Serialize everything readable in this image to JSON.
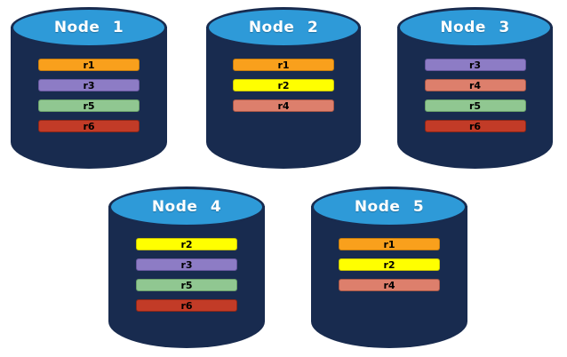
{
  "diagram_title": "database-nodes-replica-distribution",
  "palette": {
    "background": "#FFFFFF",
    "cylinder_body": "#182B4F",
    "cylinder_top": "#2E9AD8",
    "title_color": "#FFFFFF",
    "bar_text": "#000000"
  },
  "replica_colors": {
    "r1": {
      "bg": "#F9A01C",
      "border": "#C67C0C"
    },
    "r2": {
      "bg": "#FFFF00",
      "border": "#C9C400"
    },
    "r3": {
      "bg": "#8D7CC5",
      "border": "#68589F"
    },
    "r4": {
      "bg": "#DD7F6C",
      "border": "#A85747"
    },
    "r5": {
      "bg": "#90C791",
      "border": "#699F6A"
    },
    "r6": {
      "bg": "#C23B27",
      "border": "#8C2718"
    }
  },
  "nodes": [
    {
      "title": "Node 1",
      "replicas": [
        "r1",
        "r3",
        "r5",
        "r6"
      ]
    },
    {
      "title": "Node 2",
      "replicas": [
        "r1",
        "r2",
        "r4"
      ]
    },
    {
      "title": "Node 3",
      "replicas": [
        "r3",
        "r4",
        "r5",
        "r6"
      ]
    },
    {
      "title": "Node 4",
      "replicas": [
        "r2",
        "r3",
        "r5",
        "r6"
      ]
    },
    {
      "title": "Node 5",
      "replicas": [
        "r1",
        "r2",
        "r4"
      ]
    }
  ]
}
